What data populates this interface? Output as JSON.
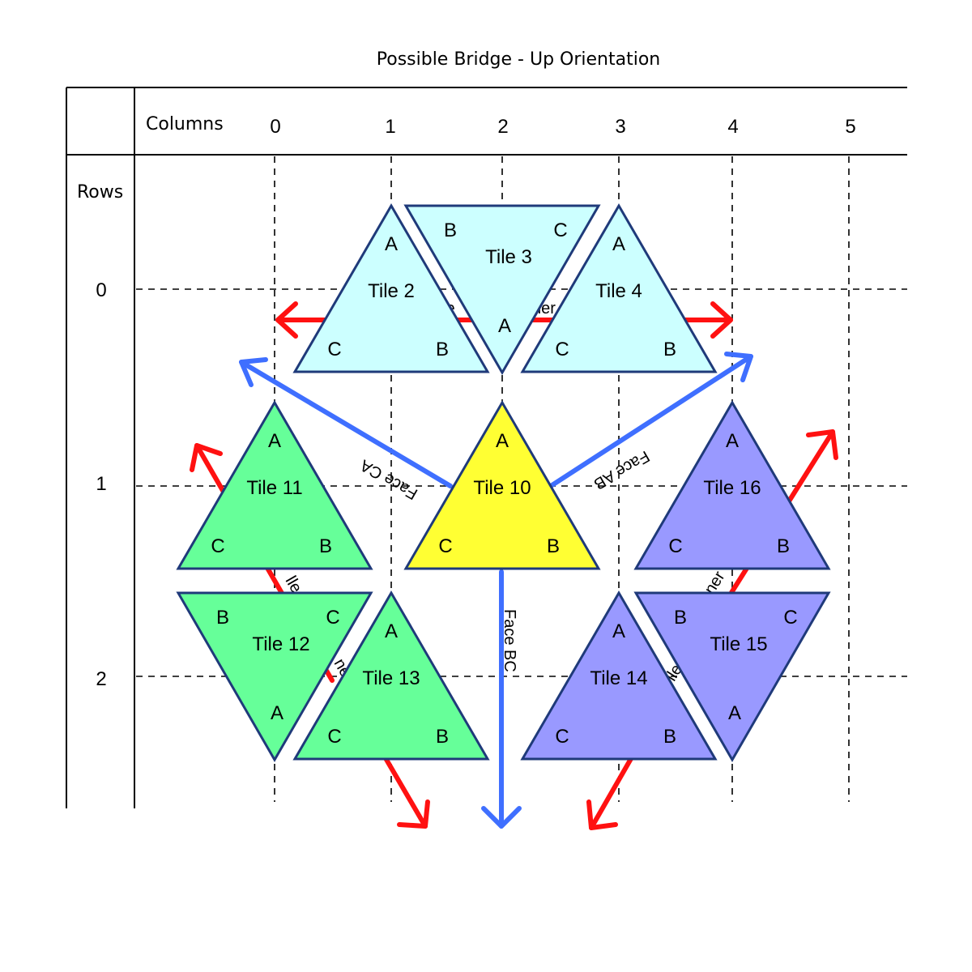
{
  "title": "Possible Bridge - Up Orientation",
  "header": {
    "columns_label": "Columns",
    "rows_label": "Rows"
  },
  "columns": [
    "0",
    "1",
    "2",
    "3",
    "4",
    "5"
  ],
  "rows": [
    "0",
    "1",
    "2"
  ],
  "colors": {
    "cyan_tile": "#ccffff",
    "yellow_tile": "#ffff33",
    "green_tile": "#66ff99",
    "purple_tile": "#9999ff",
    "tile_border": "#1f3a7a",
    "red_arrow": "#ff1111",
    "blue_arrow": "#3f6fff"
  },
  "tiles": [
    {
      "id": "tile-2",
      "label": "Tile 2",
      "orientation": "up",
      "row": 0,
      "col": 1,
      "color": "#ccffff",
      "v1": "A",
      "v2": "B",
      "v3": "C"
    },
    {
      "id": "tile-3",
      "label": "Tile 3",
      "orientation": "down",
      "row": 0,
      "col": 2,
      "color": "#ccffff",
      "v1": "A",
      "v2": "B",
      "v3": "C"
    },
    {
      "id": "tile-4",
      "label": "Tile 4",
      "orientation": "up",
      "row": 0,
      "col": 3,
      "color": "#ccffff",
      "v1": "A",
      "v2": "B",
      "v3": "C"
    },
    {
      "id": "tile-10",
      "label": "Tile 10",
      "orientation": "up",
      "row": 1,
      "col": 2,
      "color": "#ffff33",
      "v1": "A",
      "v2": "B",
      "v3": "C"
    },
    {
      "id": "tile-11",
      "label": "Tile 11",
      "orientation": "up",
      "row": 1,
      "col": 0,
      "color": "#66ff99",
      "v1": "A",
      "v2": "B",
      "v3": "C"
    },
    {
      "id": "tile-12",
      "label": "Tile 12",
      "orientation": "down",
      "row": 2,
      "col": 0,
      "color": "#66ff99",
      "v1": "A",
      "v2": "B",
      "v3": "C"
    },
    {
      "id": "tile-13",
      "label": "Tile 13",
      "orientation": "up",
      "row": 2,
      "col": 1,
      "color": "#66ff99",
      "v1": "A",
      "v2": "B",
      "v3": "C"
    },
    {
      "id": "tile-14",
      "label": "Tile 14",
      "orientation": "up",
      "row": 2,
      "col": 3,
      "color": "#9999ff",
      "v1": "A",
      "v2": "B",
      "v3": "C"
    },
    {
      "id": "tile-15",
      "label": "Tile 15",
      "orientation": "down",
      "row": 2,
      "col": 4,
      "color": "#9999ff",
      "v1": "A",
      "v2": "B",
      "v3": "C"
    },
    {
      "id": "tile-16",
      "label": "Tile 16",
      "orientation": "up",
      "row": 1,
      "col": 4,
      "color": "#9999ff",
      "v1": "A",
      "v2": "B",
      "v3": "C"
    }
  ],
  "faces": {
    "ca": "Face CA",
    "ab": "Face AB",
    "bc": "Face BC"
  },
  "partial_labels": {
    "tile2_red": "le",
    "tile4_red": "ner",
    "tile11_red": "lle",
    "tile13_red": "ne",
    "tile15_red": "ner",
    "tile14_red": "Tile"
  }
}
